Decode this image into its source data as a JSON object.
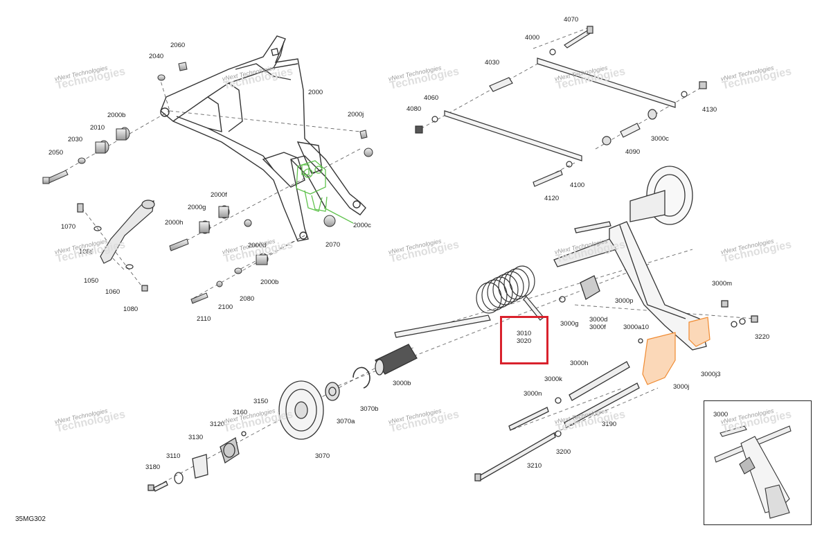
{
  "diagram": {
    "reference_code": "35MG302",
    "highlighted_callout": [
      "3010",
      "3020"
    ],
    "inset_label": "3000",
    "watermark": {
      "line1": "vNext Technologies",
      "line2": "Technologies"
    },
    "callouts": {
      "c2060": "2060",
      "c2040": "2040",
      "c2000": "2000",
      "c2000b_top": "2000b",
      "c2010": "2010",
      "c2030": "2030",
      "c2050": "2050",
      "c2000j": "2000j",
      "c2000f": "2000f",
      "c2000g": "2000g",
      "c2000h": "2000h",
      "c2000c": "2000c",
      "c2000d": "2000d",
      "c2070": "2070",
      "c2000b_mid": "2000b",
      "c2080": "2080",
      "c2100": "2100",
      "c2110": "2110",
      "c1070": "1070",
      "c1085": "1085",
      "c1050": "1050",
      "c1060": "1060",
      "c1080": "1080",
      "c4070": "4070",
      "c4000": "4000",
      "c4030": "4030",
      "c4060": "4060",
      "c4080": "4080",
      "c4130": "4130",
      "c3000c": "3000c",
      "c4090": "4090",
      "c4100": "4100",
      "c4120": "4120",
      "c3000m": "3000m",
      "c3000p": "3000p",
      "c3000g": "3000g",
      "c3000d": "3000d",
      "c3000f": "3000f",
      "c3000a10": "3000a10",
      "c3220": "3220",
      "c3000j3": "3000j3",
      "c3000j": "3000j",
      "c3000h": "3000h",
      "c3000k": "3000k",
      "c3000n": "3000n",
      "c3190": "3190",
      "c3200": "3200",
      "c3210": "3210",
      "c3000b": "3000b",
      "c3070b": "3070b",
      "c3070a": "3070a",
      "c3070": "3070",
      "c3150": "3150",
      "c3160": "3160",
      "c3120": "3120",
      "c3130": "3130",
      "c3110": "3110",
      "c3180": "3180"
    }
  }
}
